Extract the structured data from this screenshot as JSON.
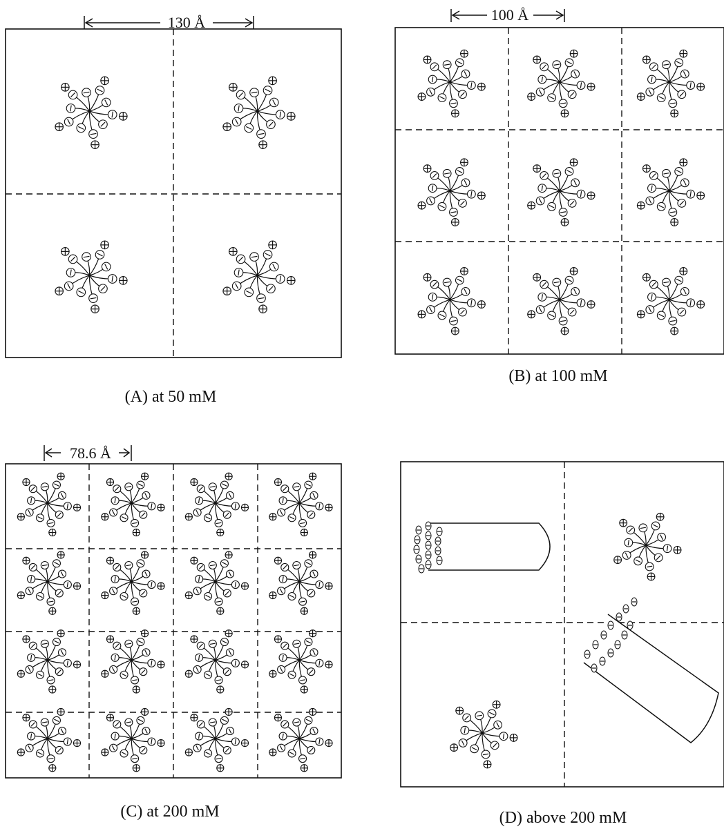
{
  "panels": [
    {
      "id": "A",
      "caption": "(A) at 50 mM",
      "dimension": "130 Å"
    },
    {
      "id": "B",
      "caption": "(B) at 100 mM",
      "dimension": "100 Å"
    },
    {
      "id": "C",
      "caption": "(C) at 200 mM",
      "dimension": "78.6 Å"
    },
    {
      "id": "D",
      "caption": "(D) above 200 mM",
      "dimension": ""
    }
  ],
  "grids": {
    "A": [
      2,
      2
    ],
    "B": [
      3,
      3
    ],
    "C": [
      4,
      4
    ],
    "D": [
      2,
      2
    ]
  },
  "symbols": {
    "cation": "⊕",
    "anion": "⊖"
  },
  "colors": {
    "ink": "#111111",
    "background": "#ffffff"
  }
}
